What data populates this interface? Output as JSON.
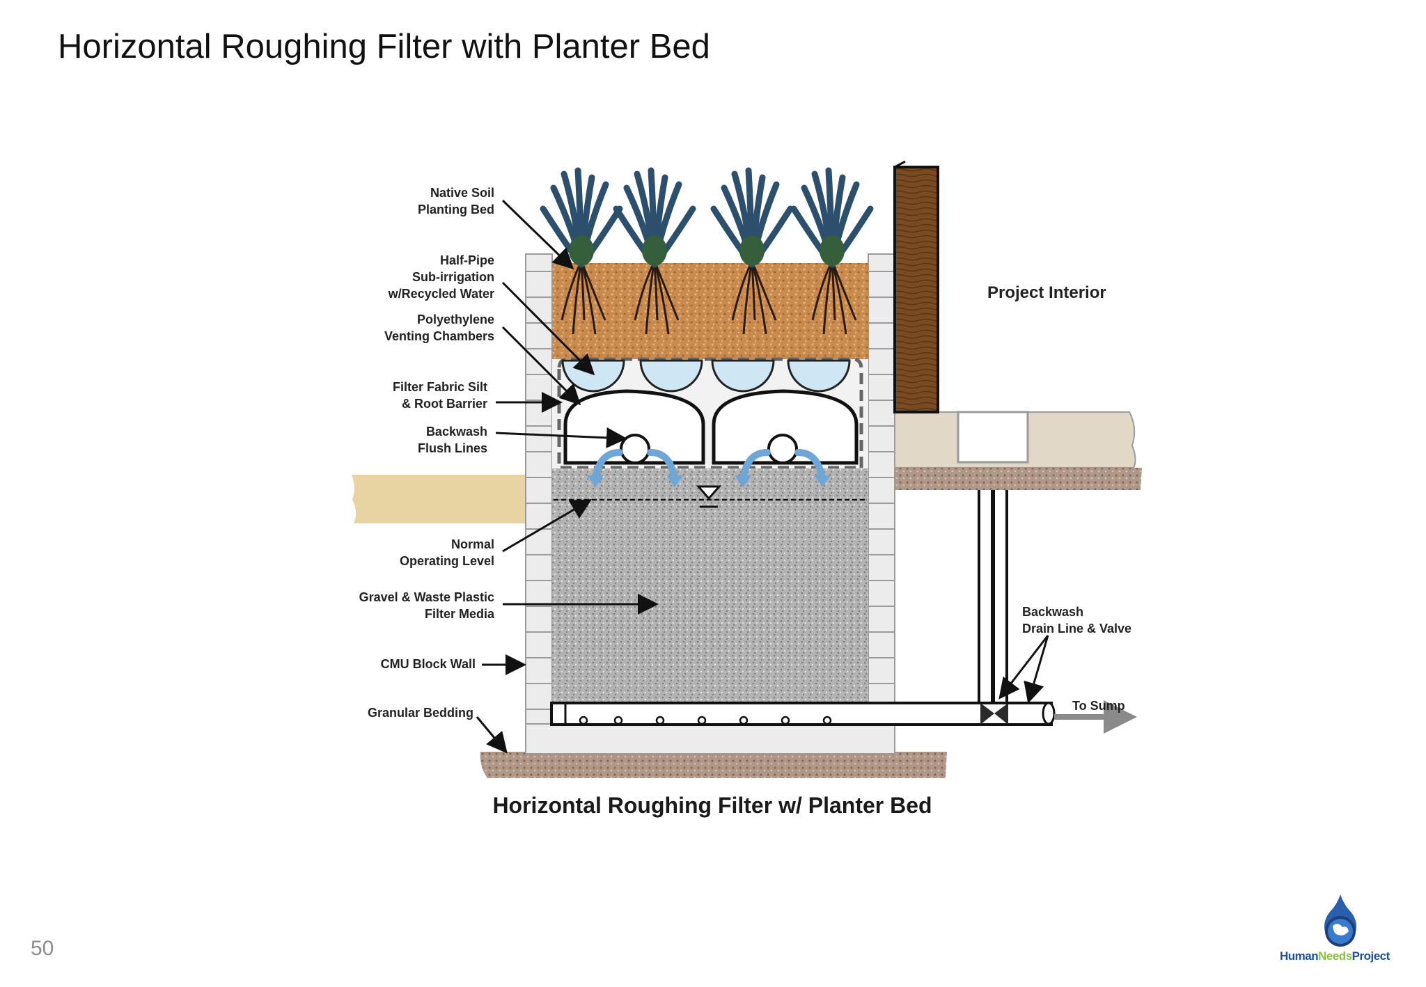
{
  "slide": {
    "title": "Horizontal Roughing Filter with Planter Bed",
    "page_number": "50"
  },
  "diagram": {
    "caption": "Horizontal Roughing Filter w/ Planter Bed",
    "labels": {
      "native_soil": [
        "Native Soil",
        "Planting Bed"
      ],
      "half_pipe": [
        "Half-Pipe",
        "Sub-irrigation",
        "w/Recycled Water"
      ],
      "polyethylene": [
        "Polyethylene",
        "Venting Chambers"
      ],
      "filter_fabric": [
        "Filter Fabric Silt",
        "& Root Barrier"
      ],
      "backwash_flush": [
        "Backwash",
        "Flush Lines"
      ],
      "normal_level": [
        "Normal",
        "Operating Level"
      ],
      "gravel_media": [
        "Gravel & Waste Plastic",
        "Filter Media"
      ],
      "cmu_wall": "CMU Block Wall",
      "granular_bedding": "Granular Bedding",
      "project_interior": "Project Interior",
      "backwash_drain": [
        "Backwash",
        "Drain Line & Valve"
      ],
      "to_sump": "To Sump"
    },
    "colors": {
      "soil": "#c98a4e",
      "gravel": "#a9a9a9",
      "water_chamber": "#cfe6f5",
      "plants": "#2c4f6e",
      "wood_post": "#7a4a22",
      "arrow_blue": "#6fa6d8"
    }
  },
  "logo": {
    "part1": "Human",
    "part2": "Needs",
    "part3": "Project"
  }
}
